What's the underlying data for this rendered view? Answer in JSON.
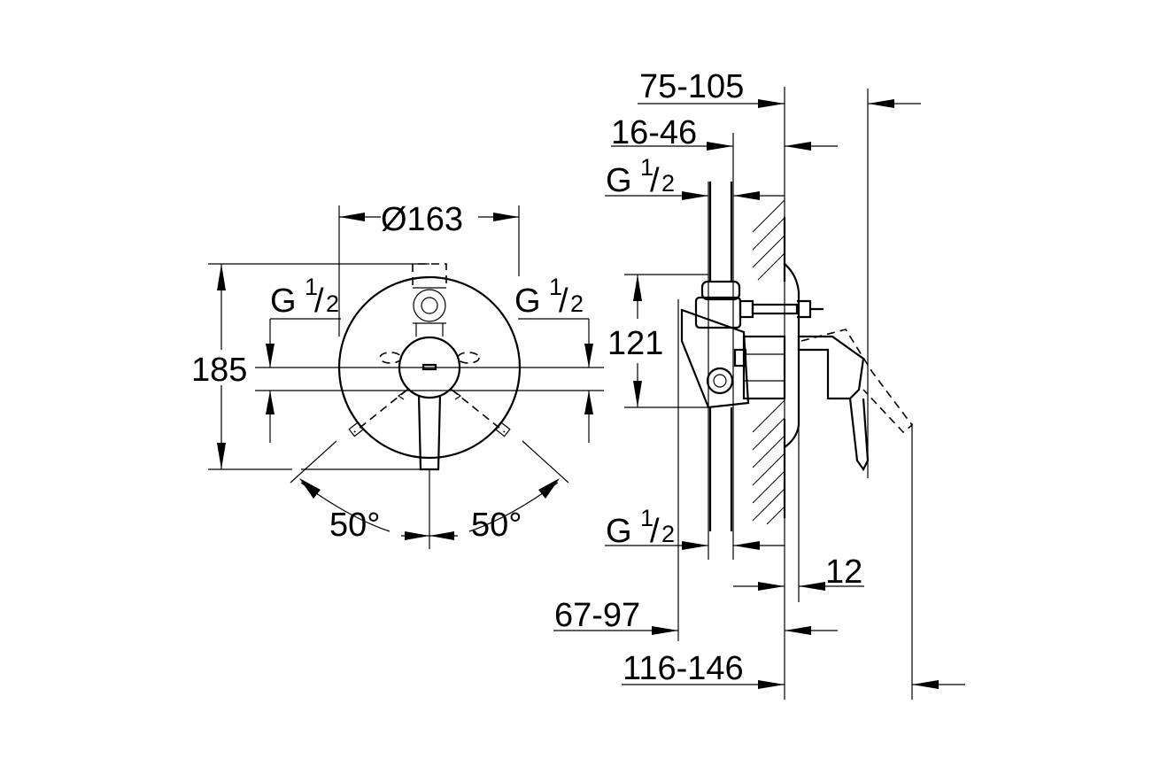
{
  "front_view": {
    "diameter": "Ø163",
    "height": "185",
    "thread_left": {
      "g": "G",
      "num": "1",
      "slash": "/",
      "den": "2"
    },
    "thread_right": {
      "g": "G",
      "num": "1",
      "slash": "/",
      "den": "2"
    },
    "angle_left": "50°",
    "angle_right": "50°"
  },
  "side_view": {
    "depth_max": "75-105",
    "depth_min": "16-46",
    "thread_top": {
      "g": "G",
      "num": "1",
      "slash": "/",
      "den": "2"
    },
    "thread_bottom": {
      "g": "G",
      "num": "1",
      "slash": "/",
      "den": "2"
    },
    "body_height": "121",
    "plate": "12",
    "install_depth": "67-97",
    "total_depth": "116-146"
  }
}
